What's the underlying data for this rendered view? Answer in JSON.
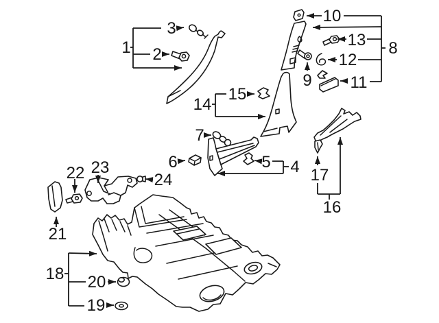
{
  "diagram": {
    "type": "exploded-parts-diagram",
    "background_color": "#ffffff",
    "line_color": "#1a1a1a",
    "callouts": [
      {
        "number": "1",
        "part": "windshield-pillar-trim"
      },
      {
        "number": "2",
        "part": "bolt"
      },
      {
        "number": "3",
        "part": "retainer-pin"
      },
      {
        "number": "4",
        "part": "sill-scuff-plate"
      },
      {
        "number": "5",
        "part": "clip"
      },
      {
        "number": "6",
        "part": "clip"
      },
      {
        "number": "7",
        "part": "push-pin-clip"
      },
      {
        "number": "8",
        "part": "upper-center-pillar-trim"
      },
      {
        "number": "9",
        "part": "screw"
      },
      {
        "number": "10",
        "part": "clip"
      },
      {
        "number": "11",
        "part": "retainer"
      },
      {
        "number": "12",
        "part": "clip"
      },
      {
        "number": "13",
        "part": "bolt"
      },
      {
        "number": "14",
        "part": "lower-center-pillar-trim"
      },
      {
        "number": "15",
        "part": "clip"
      },
      {
        "number": "16",
        "part": "quarter-trim-panel"
      },
      {
        "number": "17",
        "part": "clip"
      },
      {
        "number": "18",
        "part": "floor-carpet"
      },
      {
        "number": "19",
        "part": "grommet"
      },
      {
        "number": "20",
        "part": "fastener-clip"
      },
      {
        "number": "21",
        "part": "cowl-side-trim"
      },
      {
        "number": "22",
        "part": "bolt"
      },
      {
        "number": "23",
        "part": "footrest-bracket"
      },
      {
        "number": "24",
        "part": "grommet"
      }
    ]
  }
}
